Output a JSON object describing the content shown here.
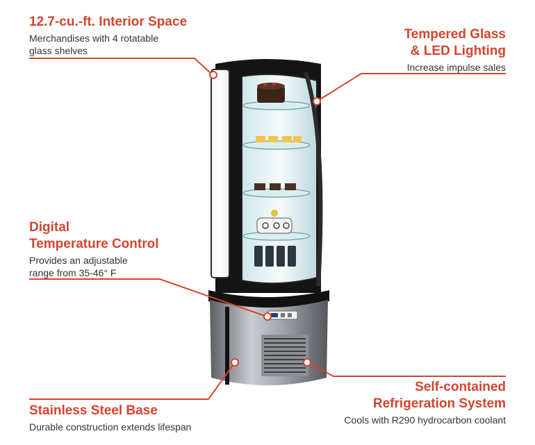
{
  "callouts": {
    "interior": {
      "title": "12.7-cu.-ft. Interior Space",
      "desc_line1": "Merchandises with 4 rotatable",
      "desc_line2": "glass shelves"
    },
    "glass": {
      "title_line1": "Tempered Glass",
      "title_line2": "& LED Lighting",
      "desc": "Increase impulse sales"
    },
    "temperature": {
      "title_line1": "Digital",
      "title_line2": "Temperature Control",
      "desc_line1": "Provides an adjustable",
      "desc_line2": "range from 35-46° F"
    },
    "refrigeration": {
      "title_line1": "Self-contained",
      "title_line2": "Refrigeration System",
      "desc": "Cools with R290 hydrocarbon coolant"
    },
    "base": {
      "title": "Stainless Steel Base",
      "desc": "Durable construction extends lifespan"
    }
  },
  "colors": {
    "accent": "#d4442d",
    "text": "#333333",
    "cabinet_frame": "#1a1a1a",
    "steel": "#9a9ea3"
  },
  "icons": [
    "callout-dot-icon"
  ]
}
